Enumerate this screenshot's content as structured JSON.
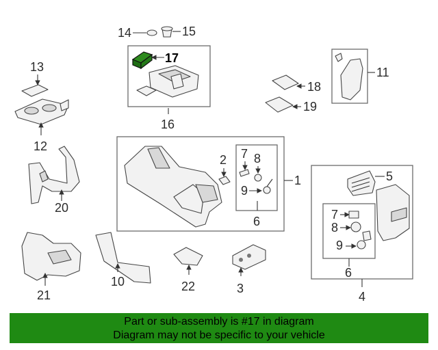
{
  "callouts": {
    "c1": "1",
    "c2": "2",
    "c3": "3",
    "c4": "4",
    "c5": "5",
    "c6a": "6",
    "c6b": "6",
    "c7a": "7",
    "c7b": "7",
    "c8a": "8",
    "c8b": "8",
    "c9a": "9",
    "c9b": "9",
    "c10": "10",
    "c11": "11",
    "c12": "12",
    "c13": "13",
    "c14": "14",
    "c15": "15",
    "c16": "16",
    "c17": "17",
    "c18": "18",
    "c19": "19",
    "c20": "20",
    "c21": "21",
    "c22": "22"
  },
  "highlight_color": "#2e8b1e",
  "banner": {
    "line1": "Part or sub-assembly is #17 in diagram",
    "line2": "Diagram may not be specific to your vehicle",
    "color": "#1f8a13"
  }
}
